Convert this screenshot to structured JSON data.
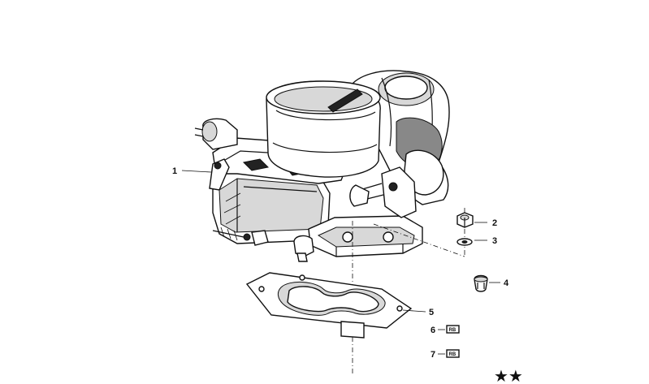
{
  "callouts": [
    {
      "id": "1",
      "label": "1"
    },
    {
      "id": "2",
      "label": "2"
    },
    {
      "id": "3",
      "label": "3"
    },
    {
      "id": "4",
      "label": "4"
    },
    {
      "id": "5",
      "label": "5"
    },
    {
      "id": "6",
      "label": "6"
    },
    {
      "id": "7",
      "label": "7"
    }
  ],
  "boxed_marks": [
    "RB",
    "RB"
  ],
  "footer_mark": "★★"
}
